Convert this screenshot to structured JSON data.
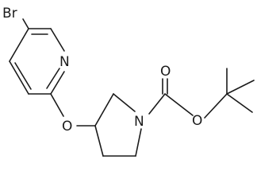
{
  "molecule": {
    "atoms": {
      "br": "Br",
      "n_pyridine": "N",
      "o_ether": "O",
      "n_pyrrolidine": "N",
      "o_carbonyl": "O",
      "o_ester": "O"
    }
  }
}
